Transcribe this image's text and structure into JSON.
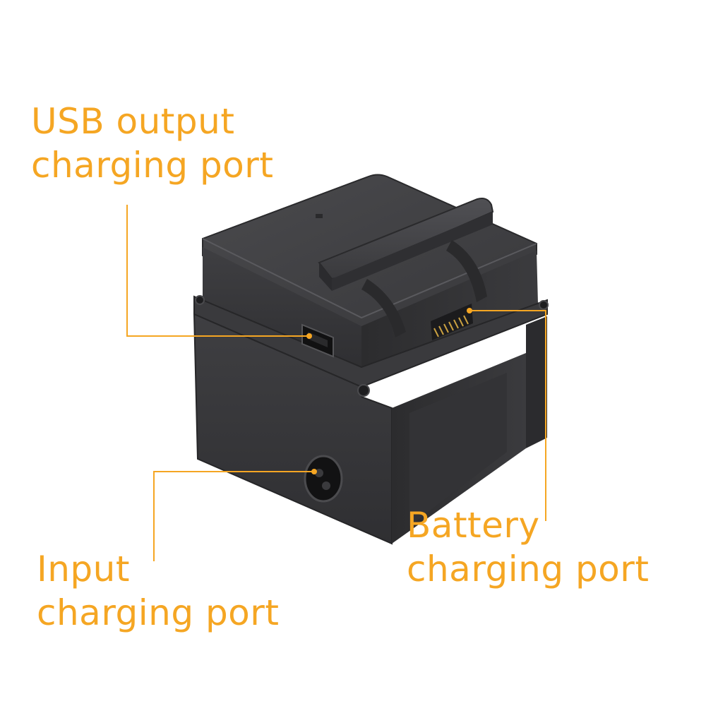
{
  "colors": {
    "accent": "#f5a623",
    "device_body": "#3a3a3c",
    "device_dark": "#232325",
    "contact_gold": "#c9a041"
  },
  "labels": {
    "usb_port": {
      "line1": "USB output",
      "line2": "charging port"
    },
    "input_port": {
      "line1": "Input",
      "line2": "charging port"
    },
    "battery_port": {
      "line1": "Battery",
      "line2": "charging port"
    }
  },
  "image": {
    "subject": "battery-charging-hub"
  }
}
